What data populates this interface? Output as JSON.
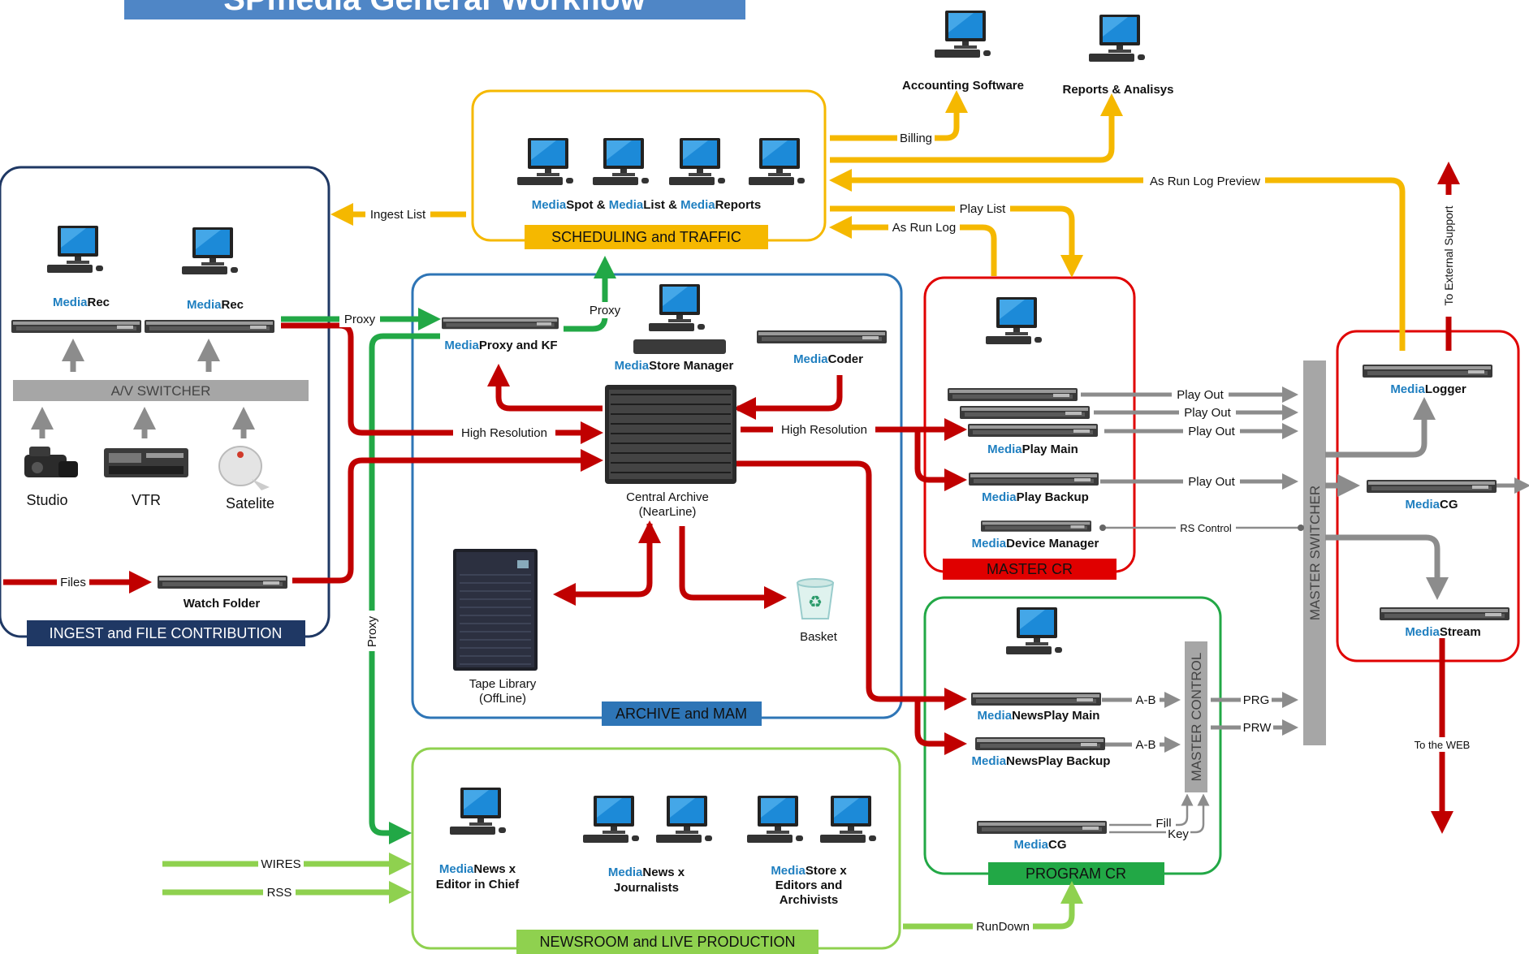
{
  "title": "SPmedia General Workflow",
  "sections": {
    "scheduling": "SCHEDULING and TRAFFIC",
    "ingest": "INGEST and FILE CONTRIBUTION",
    "archive": "ARCHIVE and MAM",
    "master_cr": "MASTER CR",
    "program_cr": "PROGRAM CR",
    "newsroom": "NEWSROOM and LIVE PRODUCTION",
    "av_switcher": "A/V SWITCHER",
    "master_switcher": "MASTER SWITCHER",
    "master_control": "MASTER CONTROL"
  },
  "devices": {
    "accounting": "Accounting Software",
    "reports": "Reports & Analisys",
    "scheduling_brand": [
      "Media",
      "Spot & ",
      "Media",
      "List & ",
      "Media",
      "Reports"
    ],
    "rec_1": [
      "Media",
      "Rec"
    ],
    "rec_2": [
      "Media",
      "Rec"
    ],
    "studio": "Studio",
    "vtr": "VTR",
    "satelite": "Satelite",
    "watch_folder": "Watch Folder",
    "proxy_kf": [
      "Media",
      "Proxy and KF"
    ],
    "store_manager": [
      "Media",
      "Store Manager"
    ],
    "coder": [
      "Media",
      "Coder"
    ],
    "central_archive_1": "Central Archive",
    "central_archive_2": "(NearLine)",
    "tape_library_1": "Tape Library",
    "tape_library_2": "(OffLine)",
    "basket": "Basket",
    "play_main": [
      "Media",
      "Play Main"
    ],
    "play_backup": [
      "Media",
      "Play Backup"
    ],
    "device_manager": [
      "Media",
      "Device Manager"
    ],
    "logger": [
      "Media",
      "Logger"
    ],
    "cg_master": [
      "Media",
      "CG"
    ],
    "stream": [
      "Media",
      "Stream"
    ],
    "newsplay_main": [
      "Media",
      "NewsPlay Main"
    ],
    "newsplay_backup": [
      "Media",
      "NewsPlay Backup"
    ],
    "cg_program": [
      "Media",
      "CG"
    ],
    "news_editor": [
      "Media",
      "News x",
      "Editor in Chief"
    ],
    "news_journalists": [
      "Media",
      "News x",
      "Journalists"
    ],
    "store_editors": [
      "Media",
      "Store x",
      "Editors and",
      "Archivists"
    ]
  },
  "flow_labels": {
    "billing": "Billing",
    "ingest_list": "Ingest List",
    "as_run_log_preview": "As Run Log Preview",
    "play_list": "Play List",
    "as_run_log": "As Run Log",
    "proxy_top": "Proxy",
    "proxy_left": "Proxy",
    "proxy_vertical": "Proxy",
    "high_res_left": "High Resolution",
    "high_res_right": "High Resolution",
    "files": "Files",
    "play_out_1": "Play Out",
    "play_out_2": "Play Out",
    "play_out_3": "Play Out",
    "play_out_4": "Play Out",
    "rs_control": "RS Control",
    "ab_1": "A-B",
    "ab_2": "A-B",
    "prg": "PRG",
    "prw": "PRW",
    "fill": "Fill",
    "key": "Key",
    "wires": "WIRES",
    "rss": "RSS",
    "rundown": "RunDown",
    "to_external": "To External Support",
    "to_web": "To the WEB"
  },
  "colors": {
    "yellow": "#f5b800",
    "red": "#c00000",
    "green": "#22a846",
    "lightgreen": "#8fd14f",
    "gray": "#8c8c8c",
    "navy": "#1f3864",
    "blue": "#2e75b6",
    "media_blue": "#1f7fc0"
  }
}
